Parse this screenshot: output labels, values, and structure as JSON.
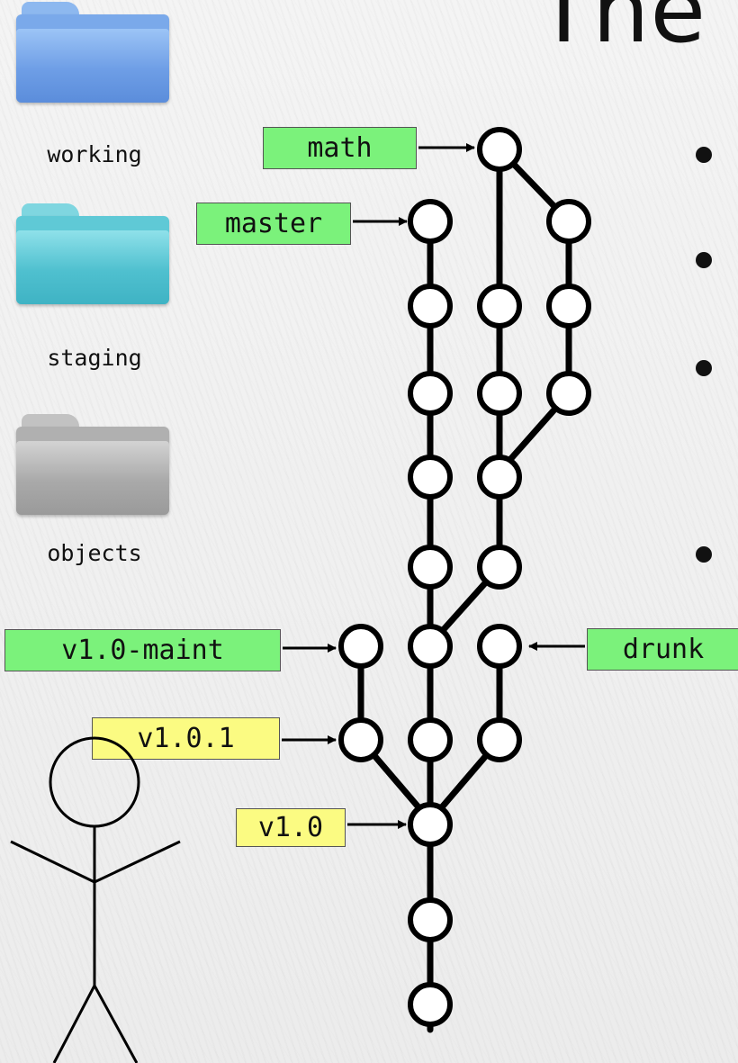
{
  "slide": {
    "title_partial": "The",
    "bullet_count": 4
  },
  "areas": [
    {
      "label": "working",
      "color": "blue"
    },
    {
      "label": "staging",
      "color": "teal"
    },
    {
      "label": "objects",
      "color": "gray"
    }
  ],
  "refs": {
    "math": {
      "label": "math",
      "kind": "branch"
    },
    "master": {
      "label": "master",
      "kind": "branch"
    },
    "maint": {
      "label": "v1.0-maint",
      "kind": "branch"
    },
    "drunk": {
      "label": "drunk",
      "kind": "branch"
    },
    "v101": {
      "label": "v1.0.1",
      "kind": "tag"
    },
    "v10": {
      "label": "v1.0",
      "kind": "tag"
    }
  },
  "colors": {
    "branch_ref": "#7bf27b",
    "tag_ref": "#fbfb82",
    "commit_stroke": "#000000",
    "commit_fill": "#ffffff"
  },
  "icons": [
    "working-folder-icon",
    "staging-folder-icon",
    "objects-folder-icon",
    "stick-figure-user-icon"
  ]
}
